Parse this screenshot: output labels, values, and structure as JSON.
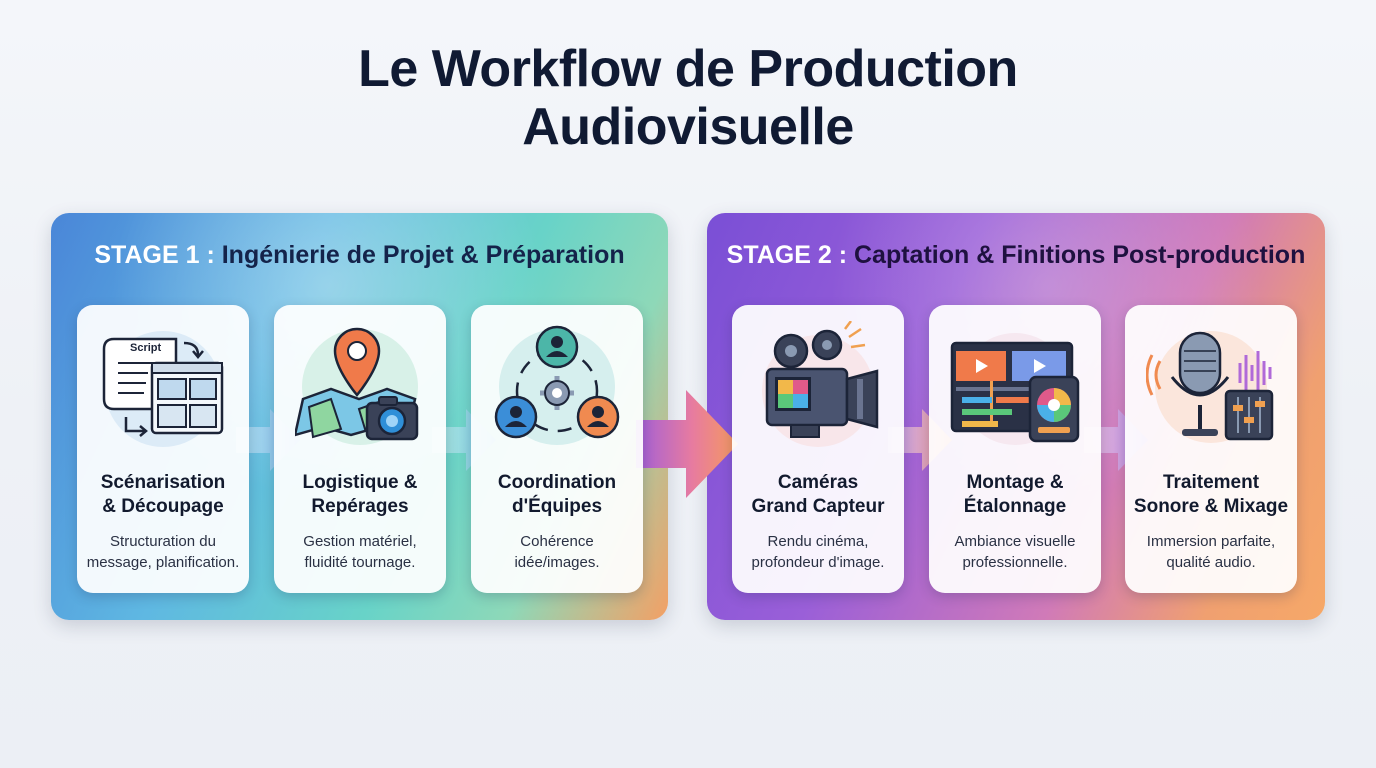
{
  "title": {
    "line1": "Le Workflow de Production",
    "line2": "Audiovisuelle"
  },
  "stages": [
    {
      "label": "STAGE 1",
      "separator": ":",
      "name": "Ingénierie de Projet & Préparation",
      "cards": [
        {
          "icon": "script-storyboard-icon",
          "title_line1": "Scénarisation",
          "title_line2": "& Découpage",
          "desc_line1": "Structuration du",
          "desc_line2": "message, planification.",
          "icon_text": "Script"
        },
        {
          "icon": "map-camera-icon",
          "title_line1": "Logistique &",
          "title_line2": "Repérages",
          "desc_line1": "Gestion matériel,",
          "desc_line2": "fluidité tournage."
        },
        {
          "icon": "team-coordination-icon",
          "title_line1": "Coordination",
          "title_line2": "d'Équipes",
          "desc_line1": "Cohérence",
          "desc_line2": "idée/images."
        }
      ]
    },
    {
      "label": "STAGE 2",
      "separator": ":",
      "name": "Captation & Finitions Post-production",
      "cards": [
        {
          "icon": "cinema-camera-icon",
          "title_line1": "Caméras",
          "title_line2": "Grand Capteur",
          "desc_line1": "Rendu cinéma,",
          "desc_line2": "profondeur d'image."
        },
        {
          "icon": "editing-color-grading-icon",
          "title_line1": "Montage &",
          "title_line2": "Étalonnage",
          "desc_line1": "Ambiance visuelle",
          "desc_line2": "professionnelle."
        },
        {
          "icon": "microphone-mixer-icon",
          "title_line1": "Traitement",
          "title_line2": "Sonore & Mixage",
          "desc_line1": "Immersion parfaite,",
          "desc_line2": "qualité audio."
        }
      ]
    }
  ],
  "colors": {
    "title": "#101a33",
    "stage1_start": "#4a86d8",
    "stage1_end": "#f3a065",
    "stage2_start": "#7a4fd6",
    "stage2_end": "#f6a868"
  }
}
